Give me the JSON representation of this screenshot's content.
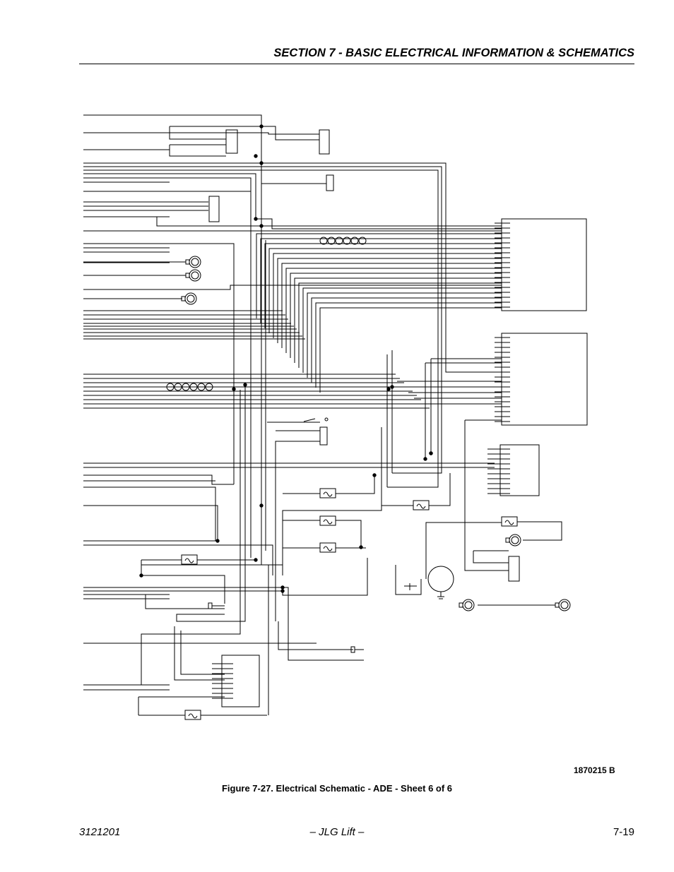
{
  "header": {
    "title": "SECTION 7 - BASIC ELECTRICAL INFORMATION & SCHEMATICS"
  },
  "schematic": {
    "icons": [
      "fuse-icon",
      "lamp-icon",
      "relay-coil-icon",
      "motor-icon",
      "ground-icon",
      "connector-icon"
    ]
  },
  "drawing_number": "1870215 B",
  "caption": "Figure 7-27.  Electrical Schematic - ADE - Sheet 6 of 6",
  "footer": {
    "left": "3121201",
    "center": "– JLG Lift –",
    "right": "7-19"
  }
}
